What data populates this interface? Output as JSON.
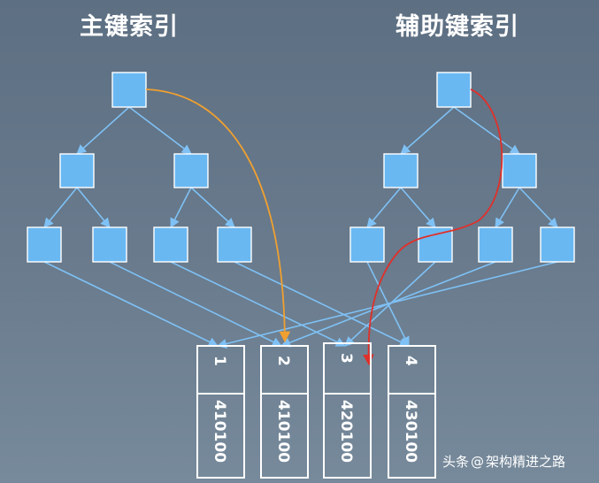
{
  "titles": {
    "primary_index": "主键索引",
    "secondary_index": "辅助键索引"
  },
  "rows": [
    {
      "id": "1",
      "value": "410100"
    },
    {
      "id": "2",
      "value": "410100"
    },
    {
      "id": "3",
      "value": "420100"
    },
    {
      "id": "4",
      "value": "430100"
    }
  ],
  "colors": {
    "node_fill": "#6ab8f2",
    "edge": "#7fc1f5",
    "primary_path": "#f0a030",
    "secondary_path": "#e0302a"
  },
  "watermark": {
    "prefix": "头条",
    "at": "@",
    "author": "架构精进之路"
  }
}
